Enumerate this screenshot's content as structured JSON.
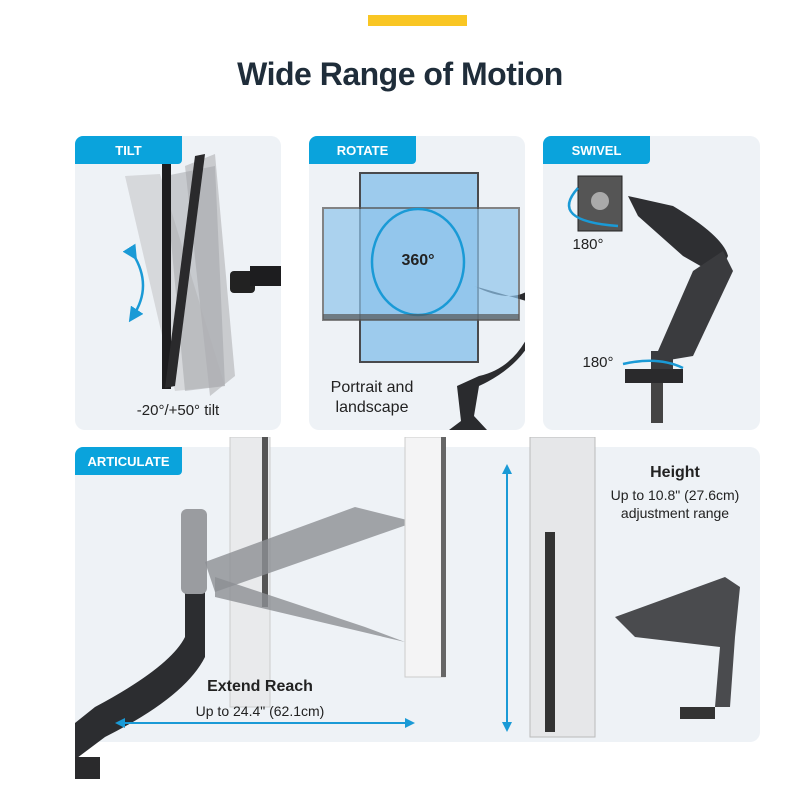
{
  "title": "Wide Range of Motion",
  "panels": {
    "tilt": {
      "tab": "TILT",
      "caption": "-20°/+50° tilt"
    },
    "rotate": {
      "tab": "ROTATE",
      "angle": "360°",
      "caption_line1": "Portrait and",
      "caption_line2": "landscape"
    },
    "swivel": {
      "tab": "SWIVEL",
      "top_angle": "180°",
      "bottom_angle": "180°"
    },
    "articulate": {
      "tab": "ARTICULATE",
      "reach_title": "Extend Reach",
      "reach_value": "Up to 24.4\" (62.1cm)",
      "height_title": "Height",
      "height_value": "Up to 10.8\" (27.6cm)",
      "height_note": "adjustment range"
    }
  },
  "colors": {
    "accent_yellow": "#f9c623",
    "tab_blue": "#0aa3dc",
    "panel_bg": "#eef2f6",
    "title": "#1f2d3a"
  }
}
